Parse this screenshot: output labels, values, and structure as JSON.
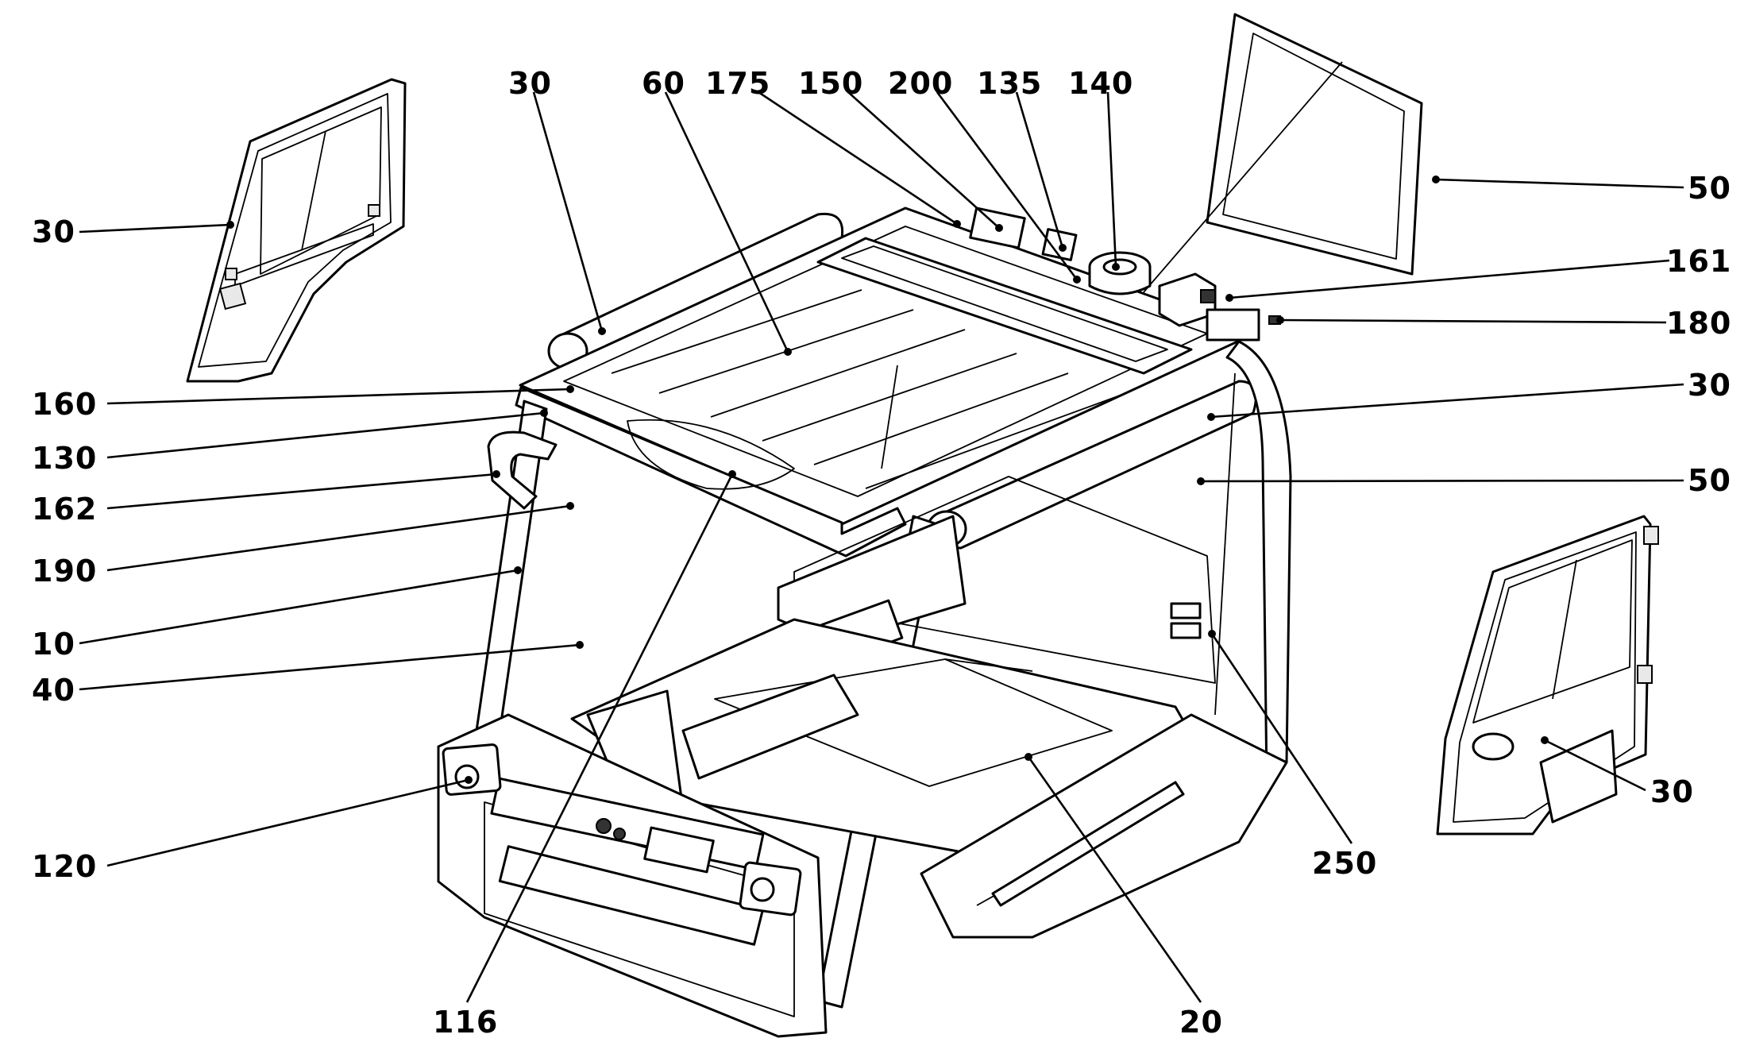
{
  "diagram": {
    "callouts": [
      {
        "id": "door-left",
        "label": "30"
      },
      {
        "id": "top-left-rail",
        "label": "30"
      },
      {
        "id": "roof-grid",
        "label": "60"
      },
      {
        "id": "roof-panel",
        "label": "175"
      },
      {
        "id": "roof-beacon-base",
        "label": "150"
      },
      {
        "id": "roof-rib",
        "label": "200"
      },
      {
        "id": "roof-bracket",
        "label": "135"
      },
      {
        "id": "beacon",
        "label": "140"
      },
      {
        "id": "rear-glass",
        "label": "50"
      },
      {
        "id": "connector-box",
        "label": "161"
      },
      {
        "id": "connector-plug",
        "label": "180"
      },
      {
        "id": "top-right-rail",
        "label": "30"
      },
      {
        "id": "side-glass",
        "label": "50"
      },
      {
        "id": "mount-plate",
        "label": "160"
      },
      {
        "id": "corner-bracket",
        "label": "130"
      },
      {
        "id": "grab-handle",
        "label": "162"
      },
      {
        "id": "mirror-bracket",
        "label": "190"
      },
      {
        "id": "a-pillar",
        "label": "10"
      },
      {
        "id": "windshield",
        "label": "40"
      },
      {
        "id": "work-lamp",
        "label": "120"
      },
      {
        "id": "sun-visor",
        "label": "116"
      },
      {
        "id": "floor-base",
        "label": "20"
      },
      {
        "id": "side-latch",
        "label": "250"
      },
      {
        "id": "door-right",
        "label": "30"
      }
    ]
  }
}
